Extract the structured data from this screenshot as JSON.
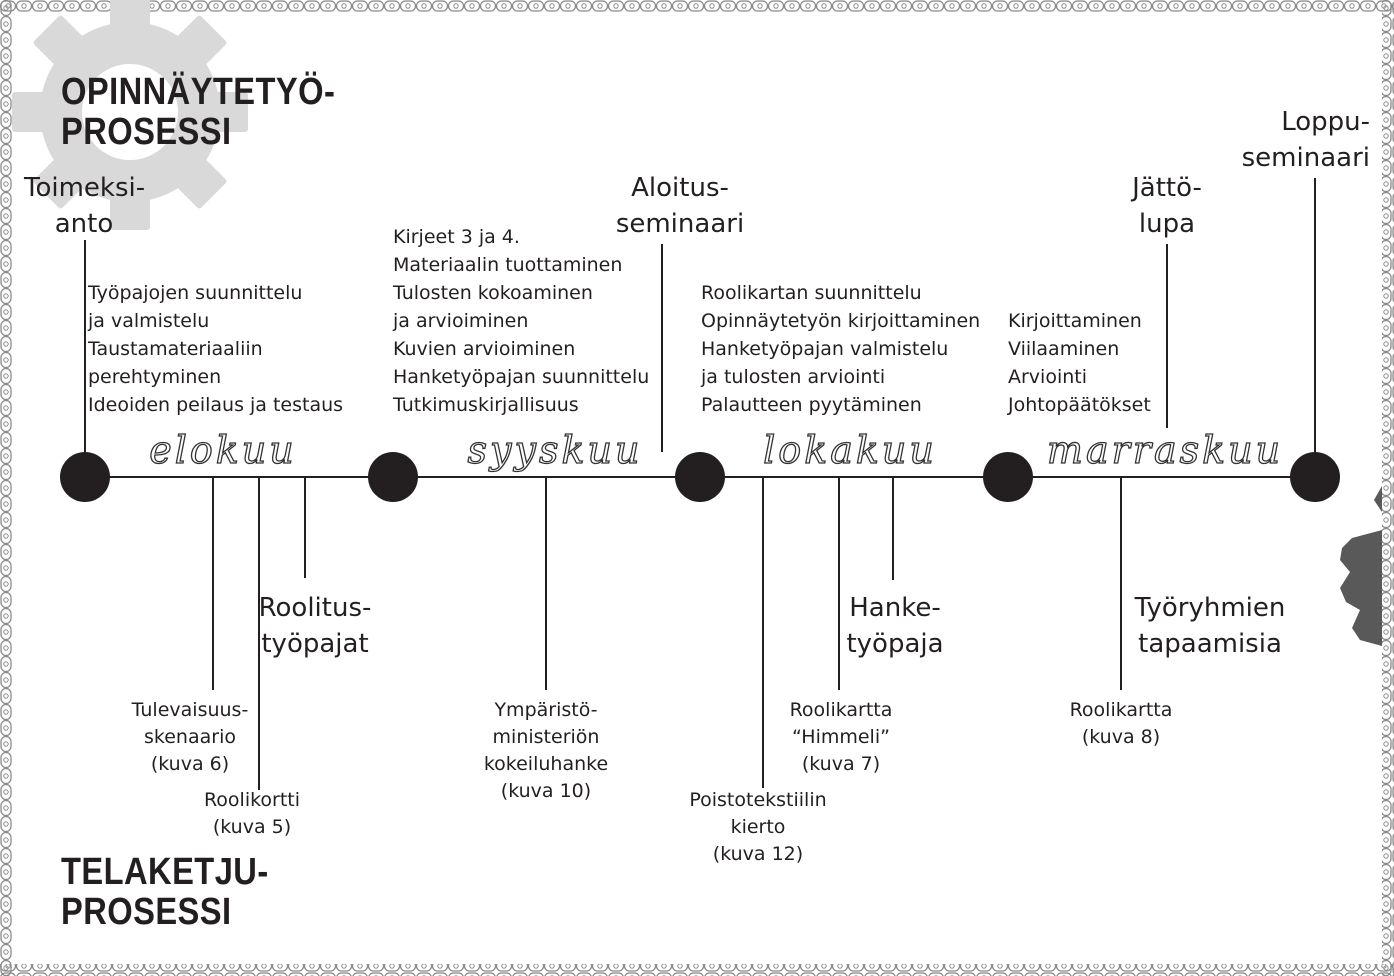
{
  "headings": {
    "thesis": [
      "OPINNÄYTETYÖ-",
      "PROSESSI"
    ],
    "chain": [
      "TELAKETJU-",
      "PROSESSI"
    ]
  },
  "milestones_top": [
    {
      "lines": [
        "Toimeksi-",
        "anto"
      ]
    },
    {
      "lines": [
        "Aloitus-",
        "seminaari"
      ]
    },
    {
      "lines": [
        "Jättö-",
        "lupa"
      ]
    },
    {
      "lines": [
        "Loppu-",
        "seminaari"
      ]
    }
  ],
  "tasks": [
    {
      "lines": [
        "Työpajojen suunnittelu",
        "ja valmistelu",
        "Taustamateriaaliin",
        "perehtyminen",
        "Ideoiden peilaus ja testaus"
      ]
    },
    {
      "lines": [
        "Kirjeet 3 ja 4.",
        "Materiaalin tuottaminen",
        "Tulosten kokoaminen",
        "ja arvioiminen",
        "Kuvien arvioiminen",
        "Hanketyöpajan suunnittelu",
        "Tutkimuskirjallisuus"
      ]
    },
    {
      "lines": [
        "Roolikartan suunnittelu",
        "Opinnäytetyön kirjoittaminen",
        "Hanketyöpajan valmistelu",
        "ja tulosten arviointi",
        "Palautteen pyytäminen"
      ]
    },
    {
      "lines": [
        "Kirjoittaminen",
        "Viilaaminen",
        "Arviointi",
        "Johtopäätökset"
      ]
    }
  ],
  "months": [
    "elokuu",
    "syyskuu",
    "lokakuu",
    "marraskuu"
  ],
  "milestones_bottom": [
    {
      "lines": [
        "Roolitus-",
        "työpajat"
      ]
    },
    {
      "lines": [
        "Hanke-",
        "työpaja"
      ]
    },
    {
      "lines": [
        "Työryhmien",
        "tapaamisia"
      ]
    }
  ],
  "references": [
    {
      "lines": [
        "Tulevaisuus-",
        "skenaario",
        "(kuva 6)"
      ]
    },
    {
      "lines": [
        "Roolikortti",
        "(kuva 5)"
      ]
    },
    {
      "lines": [
        "Ympäristö-",
        "ministeriön",
        "kokeiluhanke",
        "(kuva 10)"
      ]
    },
    {
      "lines": [
        "Poistotekstiilin",
        "kierto",
        "(kuva 12)"
      ]
    },
    {
      "lines": [
        "Roolikartta",
        "“Himmeli”",
        "(kuva 7)"
      ]
    },
    {
      "lines": [
        "Roolikartta",
        "(kuva 8)"
      ]
    }
  ],
  "colors": {
    "ink": "#231f20",
    "gear_light": "#d9d9d9",
    "gear_dark": "#595959",
    "chain_border": "#8a8a8a"
  }
}
